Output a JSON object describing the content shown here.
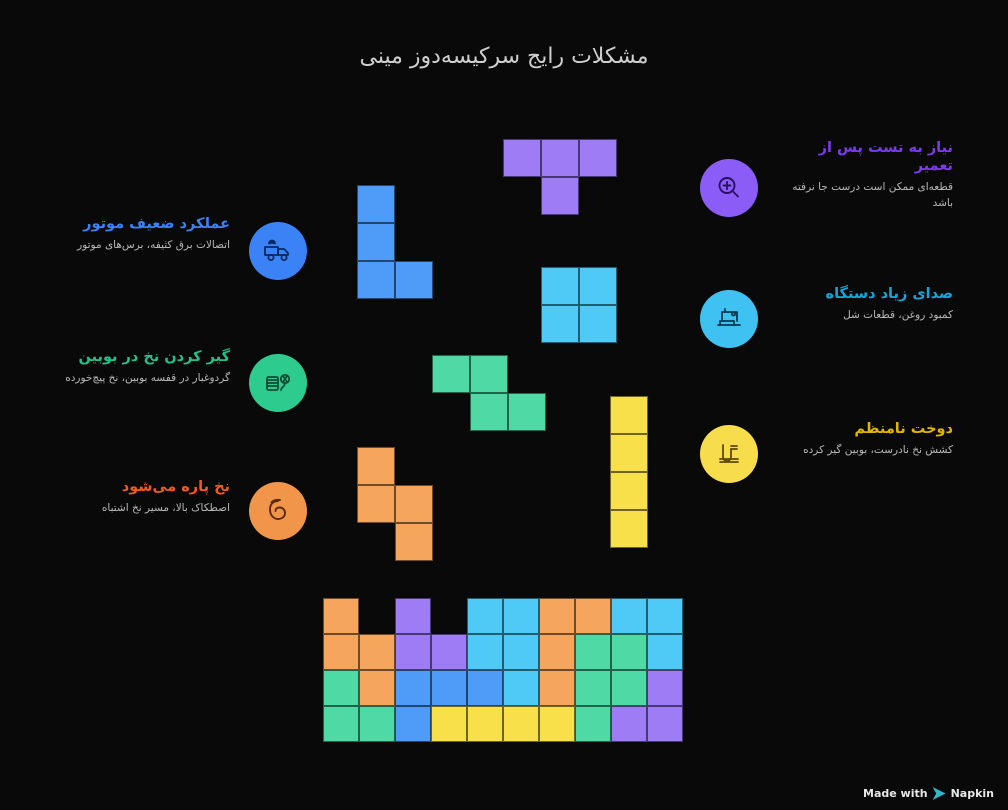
{
  "title": "مشکلات رایج سرکیسه‌دوز مینی",
  "footer": {
    "text": "Made with",
    "brand": "Napkin"
  },
  "items": [
    {
      "id": "motor-weak",
      "heading": "عملکرد ضعیف موتور",
      "desc": "اتصالات برق کثیفه، برس‌های موتور",
      "color": "#3b82f6",
      "icon": "truck-icon"
    },
    {
      "id": "thread-jam",
      "heading": "گیر کردن نخ در بوبین",
      "desc": "گردوغبار در قفسه بوبین، نخ پیچ‌خورده",
      "color": "#22c08a",
      "icon": "bobbin-icon"
    },
    {
      "id": "thread-break",
      "heading": "نخ پاره می‌شود",
      "desc": "اصطکاک بالا، مسیر نخ اشتباه",
      "color": "#f08a3c",
      "icon": "thread-icon"
    },
    {
      "id": "test-after-repair",
      "heading": "نیاز به تست پس از تعمیر",
      "desc": "قطعه‌ای ممکن است درست جا نرفته باشد",
      "color": "#8b5cf6",
      "icon": "magnifier-plus-icon"
    },
    {
      "id": "loud-noise",
      "heading": "صدای زیاد دستگاه",
      "desc": "کمبود روغن، قطعات شل",
      "color": "#38bdf8",
      "icon": "sewing-machine-icon"
    },
    {
      "id": "uneven-stitch",
      "heading": "دوخت نامنظم",
      "desc": "کشش نخ نادرست، بوبین گیر کرده",
      "color": "#f5d142",
      "icon": "stitch-icon"
    }
  ],
  "palette": {
    "purple": "#9d7cf5",
    "blue": "#4e9cf7",
    "cyan": "#4fc9f5",
    "green": "#4fd9a4",
    "orange": "#f5a55c",
    "yellow": "#f7e04a",
    "background": "#090909",
    "title_color": "#cfcfcf"
  },
  "blocks": {
    "purple_piece": {
      "color": "#9d7cf5",
      "cells": [
        [
          0,
          0
        ],
        [
          1,
          0
        ],
        [
          2,
          0
        ],
        [
          1,
          1
        ]
      ]
    },
    "blue_piece": {
      "color": "#4e9cf7",
      "cells": [
        [
          0,
          0
        ],
        [
          0,
          1
        ],
        [
          0,
          2
        ],
        [
          1,
          2
        ]
      ]
    },
    "cyan_square": {
      "color": "#4fc9f5",
      "cells": [
        [
          0,
          0
        ],
        [
          1,
          0
        ],
        [
          0,
          1
        ],
        [
          1,
          1
        ]
      ]
    },
    "green_piece": {
      "color": "#4fd9a4",
      "cells": [
        [
          0,
          0
        ],
        [
          1,
          0
        ],
        [
          1,
          1
        ],
        [
          2,
          1
        ]
      ]
    },
    "orange_piece": {
      "color": "#f5a55c",
      "cells": [
        [
          0,
          0
        ],
        [
          0,
          1
        ],
        [
          1,
          1
        ],
        [
          1,
          2
        ]
      ]
    },
    "yellow_bar": {
      "color": "#f7e04a",
      "cells": [
        [
          0,
          0
        ],
        [
          0,
          1
        ],
        [
          0,
          2
        ],
        [
          0,
          3
        ]
      ]
    }
  },
  "stack_grid": {
    "columns": 10,
    "rows": 4,
    "cells": [
      [
        "#f5a55c",
        null,
        "#9d7cf5",
        null,
        "#4fc9f5",
        "#4fc9f5",
        "#f5a55c",
        "#f5a55c",
        "#4fc9f5",
        "#4fc9f5"
      ],
      [
        "#f5a55c",
        "#f5a55c",
        "#9d7cf5",
        "#9d7cf5",
        "#4fc9f5",
        "#4fc9f5",
        "#f5a55c",
        "#4fd9a4",
        "#4fd9a4",
        "#4fc9f5"
      ],
      [
        "#4fd9a4",
        "#f5a55c",
        "#4e9cf7",
        "#4e9cf7",
        "#4e9cf7",
        "#4fc9f5",
        "#f5a55c",
        "#4fd9a4",
        "#4fd9a4",
        "#9d7cf5"
      ],
      [
        "#4fd9a4",
        "#4fd9a4",
        "#4e9cf7",
        "#f7e04a",
        "#f7e04a",
        "#f7e04a",
        "#f7e04a",
        "#4fd9a4",
        "#9d7cf5",
        "#9d7cf5"
      ]
    ]
  }
}
